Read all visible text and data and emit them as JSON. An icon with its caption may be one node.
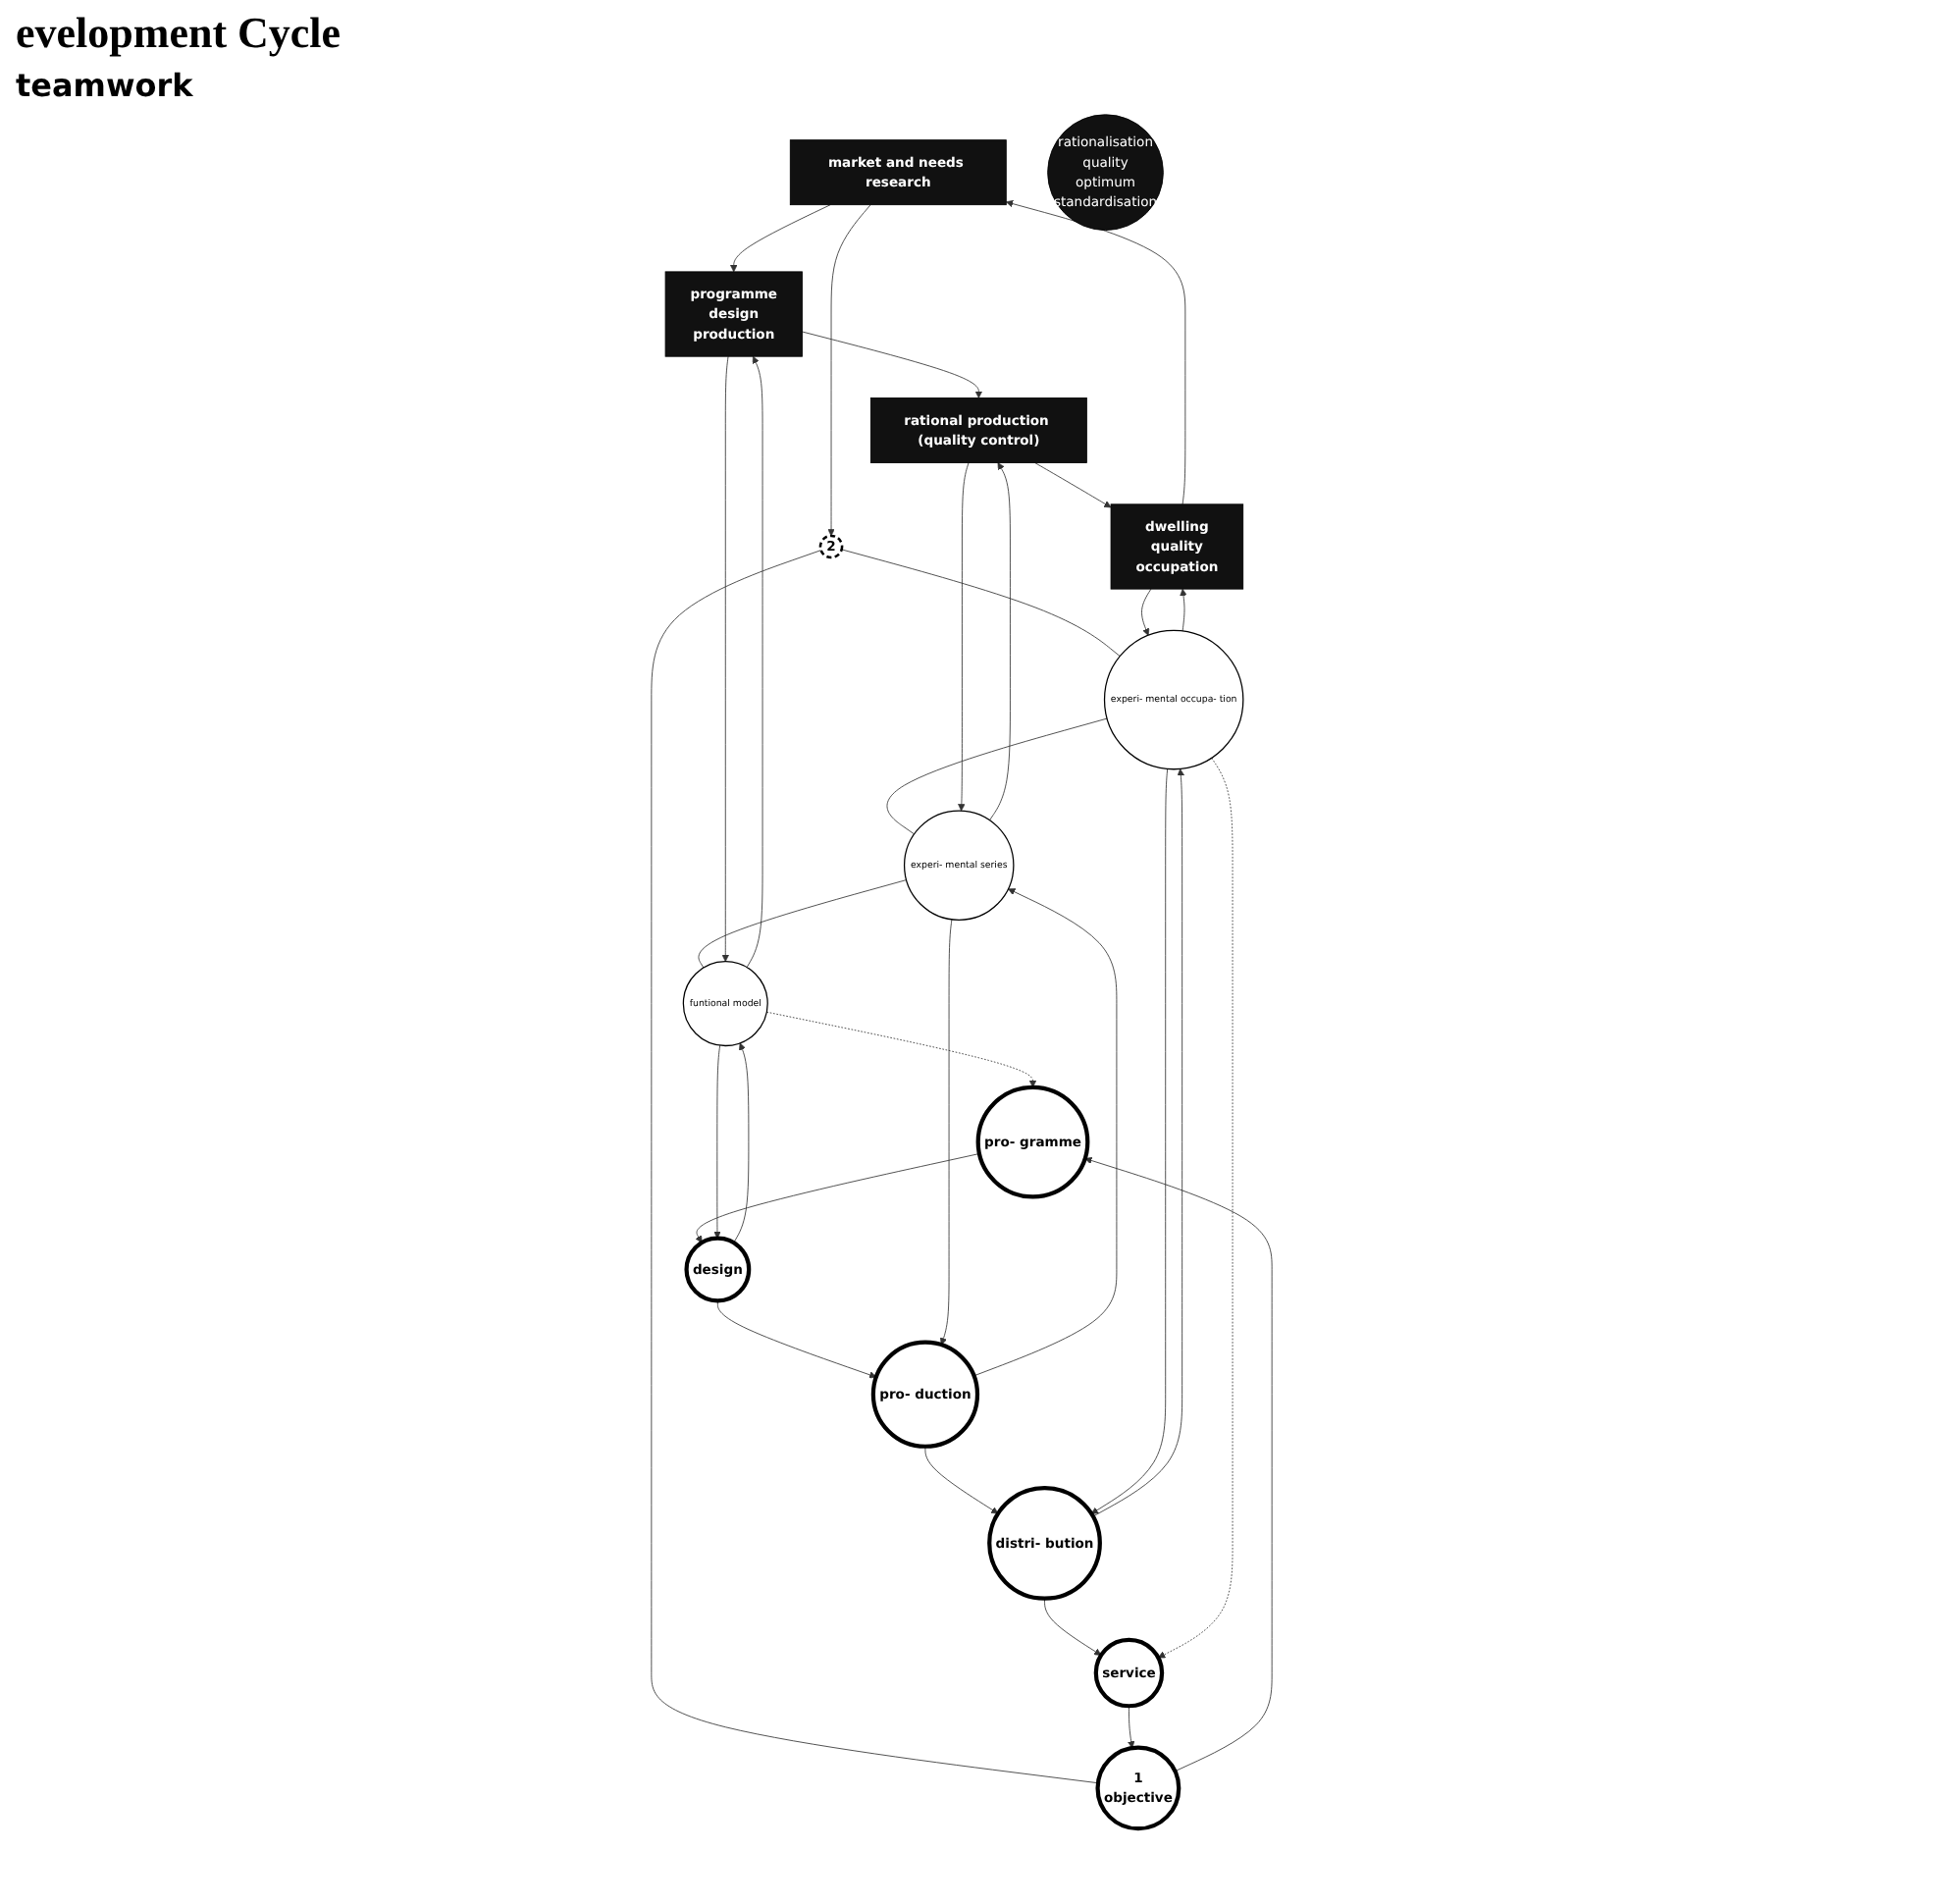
{
  "diagram": {
    "title": "evelopment Cycle",
    "nodes": [
      {
        "text": [
          "market and needs research"
        ]
      },
      {
        "text": [
          "programme",
          "design",
          "production"
        ]
      },
      {
        "text": [
          "rational production (quality control)"
        ]
      },
      {
        "text": [
          "dwelling",
          "quality",
          "occupation"
        ]
      },
      {
        "text": [
          "2"
        ]
      },
      {
        "text": [
          "1",
          "objective"
        ]
      },
      {
        "text": [
          "pro- gramme"
        ]
      },
      {
        "text": [
          "design"
        ]
      },
      {
        "text": [
          "pro- duction"
        ]
      },
      {
        "text": [
          "distri- bution"
        ]
      },
      {
        "text": [
          "service"
        ]
      },
      {
        "text": [
          "rationalisation",
          "quality",
          "optimum",
          "standardisation"
        ]
      },
      {
        "text": [
          "experi- mental occupa- tion"
        ]
      },
      {
        "text": [
          "funtional model"
        ]
      },
      {
        "text": [
          "experi- mental series"
        ]
      }
    ],
    "edges": [
      {
        "from": 0,
        "to": 1,
        "arrow": "to"
      },
      {
        "from": 1,
        "to": 2,
        "arrow": "to"
      },
      {
        "from": 2,
        "to": 3,
        "arrow": "to"
      },
      {
        "from": 3,
        "to": 0,
        "arrow": "to"
      },
      {
        "from": 0,
        "to": 4,
        "arrow": "to"
      },
      {
        "from": 4,
        "to": 5,
        "arrow": "none"
      },
      {
        "from": 5,
        "to": 6,
        "arrow": "to"
      },
      {
        "from": 6,
        "to": 7,
        "arrow": "to"
      },
      {
        "from": 7,
        "to": 8,
        "arrow": "to"
      },
      {
        "from": 8,
        "to": 9,
        "arrow": "to"
      },
      {
        "from": 9,
        "to": 10,
        "arrow": "to"
      },
      {
        "from": 10,
        "to": 5,
        "arrow": "to"
      },
      {
        "from": 4,
        "to": 12,
        "arrow": "none"
      },
      {
        "from": 12,
        "to": 14,
        "arrow": "none"
      },
      {
        "from": 14,
        "to": 13,
        "arrow": "none"
      },
      {
        "from": 12,
        "to": 10,
        "arrow": "to",
        "style": "dashed"
      },
      {
        "from": 13,
        "to": 6,
        "arrow": "to",
        "style": "dashed"
      },
      {
        "from": 12,
        "to": 9,
        "arrow": "to"
      },
      {
        "from": 9,
        "to": 12,
        "arrow": "to"
      },
      {
        "from": 13,
        "to": 7,
        "arrow": "to"
      },
      {
        "from": 7,
        "to": 13,
        "arrow": "to"
      },
      {
        "from": 8,
        "to": 14,
        "arrow": "to"
      },
      {
        "from": 14,
        "to": 8,
        "arrow": "to"
      },
      {
        "from": 2,
        "to": 14,
        "arrow": "to"
      },
      {
        "from": 14,
        "to": 2,
        "arrow": "to"
      },
      {
        "from": 12,
        "to": 3,
        "arrow": "to"
      },
      {
        "from": 3,
        "to": 12,
        "arrow": "to"
      },
      {
        "from": 1,
        "to": 13,
        "arrow": "to"
      },
      {
        "from": 13,
        "to": 1,
        "arrow": "to"
      }
    ],
    "labels": [
      "teamwork"
    ]
  }
}
